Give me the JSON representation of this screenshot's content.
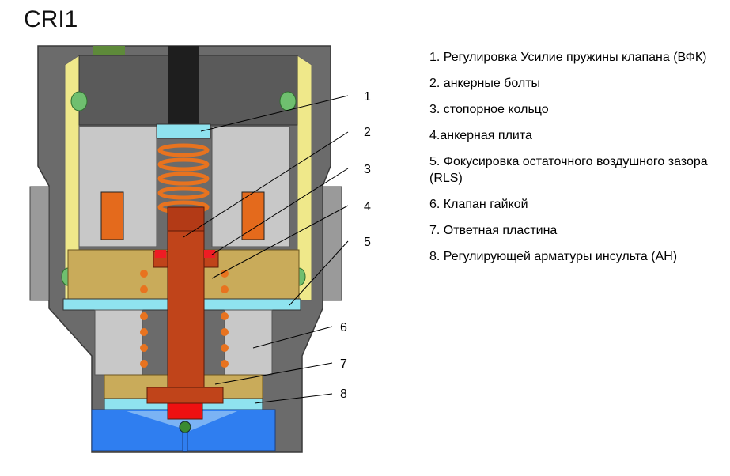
{
  "title": "CRI1",
  "callouts": [
    "1",
    "2",
    "3",
    "4",
    "5",
    "6",
    "7",
    "8"
  ],
  "legend": [
    "1. Регулировка Усилие пружины клапана (ВФК)",
    "2. анкерные болты",
    "3. стопорное кольцо",
    "4.анкерная плита",
    "5. Фокусировка остаточного воздушного зазора (RLS)",
    "6. Клапан гайкой",
    "7. Ответная пластина",
    "8. Регулирующей арматуры инсульта (АН)"
  ]
}
